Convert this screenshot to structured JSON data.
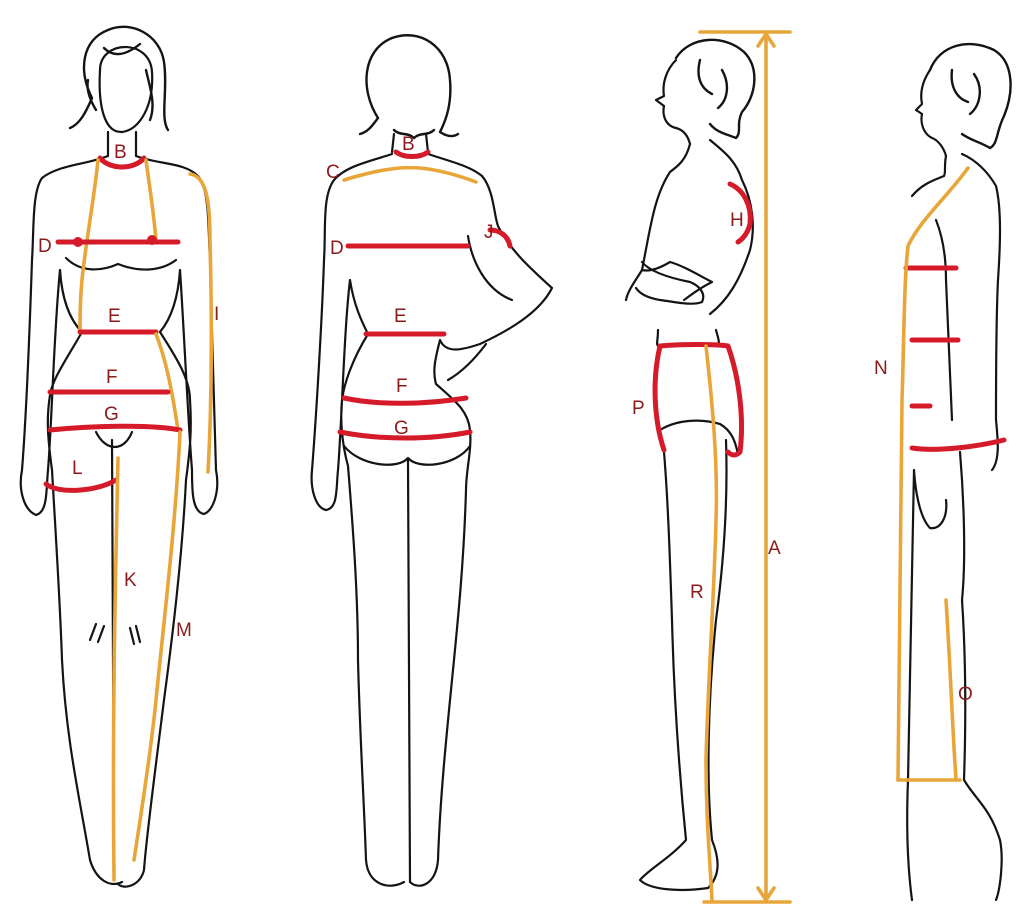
{
  "colors": {
    "girth": "#d51a2a",
    "length": "#e8a53a",
    "label": "#8b1a1a",
    "outline": "#141414",
    "background": "#ffffff"
  },
  "views": [
    {
      "name": "front",
      "labels": {
        "B": "B",
        "D": "D",
        "E": "E",
        "F": "F",
        "G": "G",
        "I": "I",
        "K": "K",
        "L": "L",
        "M": "M"
      }
    },
    {
      "name": "back",
      "labels": {
        "B": "B",
        "C": "C",
        "D": "D",
        "E": "E",
        "F": "F",
        "G": "G",
        "J": "J"
      }
    },
    {
      "name": "side-left",
      "labels": {
        "H": "H",
        "P": "P",
        "R": "R",
        "A": "A"
      }
    },
    {
      "name": "side-right",
      "labels": {
        "N": "N",
        "O": "O"
      }
    }
  ]
}
